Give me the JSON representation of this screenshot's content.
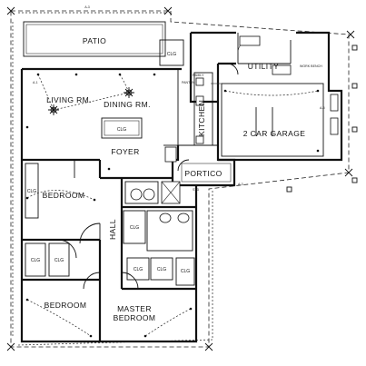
{
  "plan": {
    "rooms": {
      "patio": "PATIO",
      "living": "LIVING RM.",
      "dining": "DINING RM.",
      "kitchen": "KITCHEN",
      "utility": "UTILITY",
      "garage": "2 CAR GARAGE",
      "foyer": "FOYER",
      "portico": "PORTICO",
      "hall": "HALL",
      "bedroom_1": "BEDROOM",
      "bedroom_2": "BEDROOM",
      "master_line1": "MASTER",
      "master_line2": "BEDROOM"
    },
    "closets": {
      "patio": "CLG",
      "foyer": "CLG",
      "bed1": "CLG",
      "bed2_a": "CLG",
      "bed2_b": "CLG",
      "hall": "CLG",
      "bath_a": "CLG",
      "bath_b": "CLG",
      "master": "CLG"
    },
    "notes": {
      "pantry": "PANTRY",
      "work_bench": "WORK BENCH",
      "family": "FAMILY",
      "std": "STD"
    },
    "tags": {
      "top": "A-3",
      "left": "A-1",
      "right": "A-5",
      "bottom": "A-3"
    }
  }
}
